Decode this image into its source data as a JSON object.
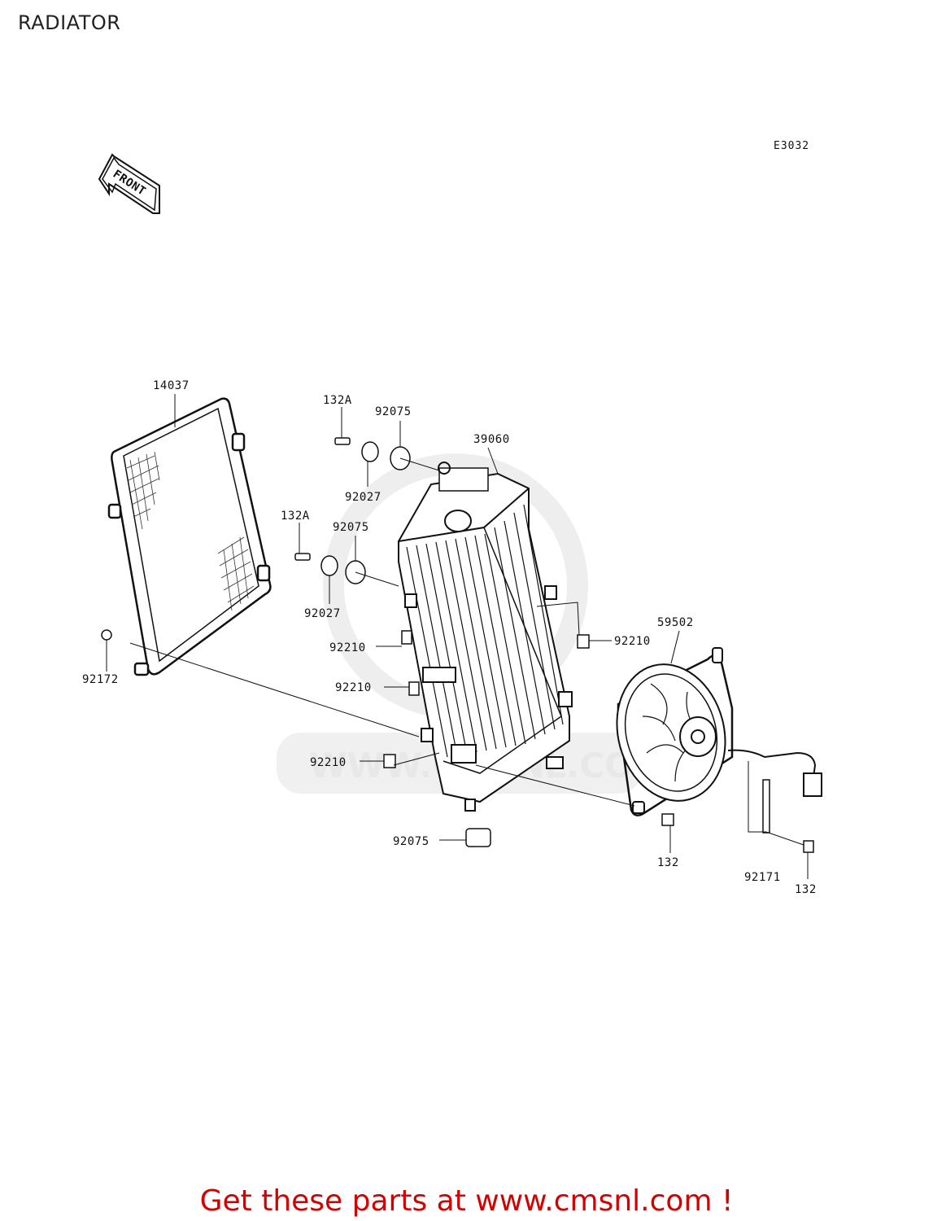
{
  "page_title": "RADIATOR",
  "diagram_code": "E3032",
  "front_arrow_text": "FRONT",
  "watermark_text": "WWW.CMSNL.COM",
  "callout_labels": {
    "grille": "14037",
    "bolt_top": "132A",
    "grommet_top": "92075",
    "radiator": "39060",
    "collar_top": "92027",
    "bolt_mid": "132A",
    "grommet_mid": "92075",
    "collar_mid": "92027",
    "nut_1": "92210",
    "nut_2": "92210",
    "nut_3": "92210",
    "nut_right": "92210",
    "fan": "59502",
    "screw_left": "92172",
    "grommet_bottom": "92075",
    "bolt_fan": "132",
    "clamp": "92171",
    "bolt_clamp": "132"
  },
  "call_to_action": "Get these parts at www.cmsnl.com !"
}
